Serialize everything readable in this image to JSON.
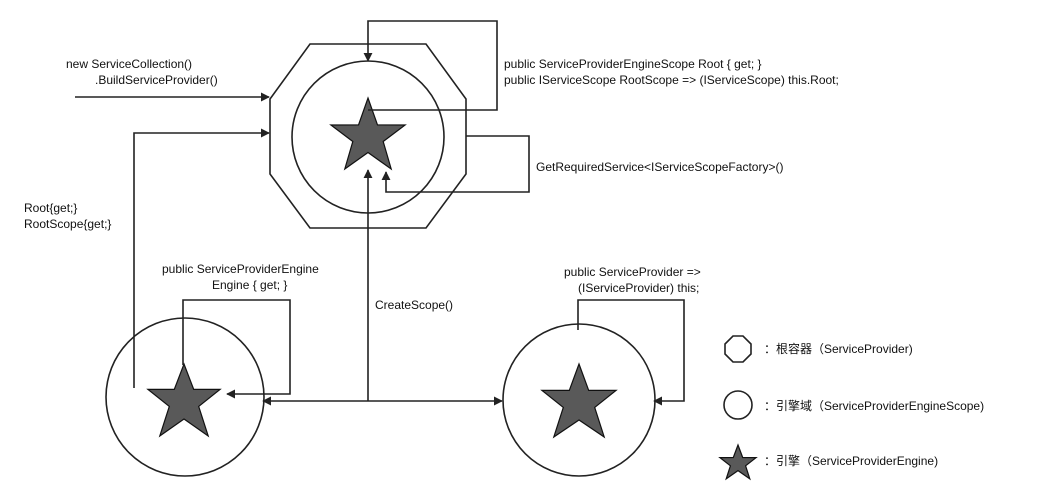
{
  "colors": {
    "line": "#222222",
    "star_fill": "#595959",
    "background": "#ffffff"
  },
  "diagram": {
    "nodes": [
      {
        "id": "root",
        "kind": "octagon-circle-star"
      },
      {
        "id": "left-scope",
        "kind": "circle-star"
      },
      {
        "id": "right-scope",
        "kind": "circle-star"
      }
    ],
    "labels": {
      "build_line1": "new ServiceCollection()",
      "build_line2": ".BuildServiceProvider()",
      "root_line1": "public ServiceProviderEngineScope Root { get; }",
      "root_line2": "public IServiceScope RootScope => (IServiceScope) this.Root;",
      "factory": "GetRequiredService<IServiceScopeFactory>()",
      "root_get_line1": "Root{get;}",
      "root_get_line2": "RootScope{get;}",
      "engine_line1": "public ServiceProviderEngine",
      "engine_line2": "Engine { get; }",
      "create_scope": "CreateScope()",
      "provider_line1": "public ServiceProvider =>",
      "provider_line2": "(IServiceProvider) this;"
    },
    "legend": [
      {
        "icon": "octagon-icon",
        "label": "：根容器（ServiceProvider)"
      },
      {
        "icon": "circle-icon",
        "label": "：引擎域（ServiceProviderEngineScope)"
      },
      {
        "icon": "star-icon",
        "label": "：引擎（ServiceProviderEngine)"
      }
    ]
  }
}
